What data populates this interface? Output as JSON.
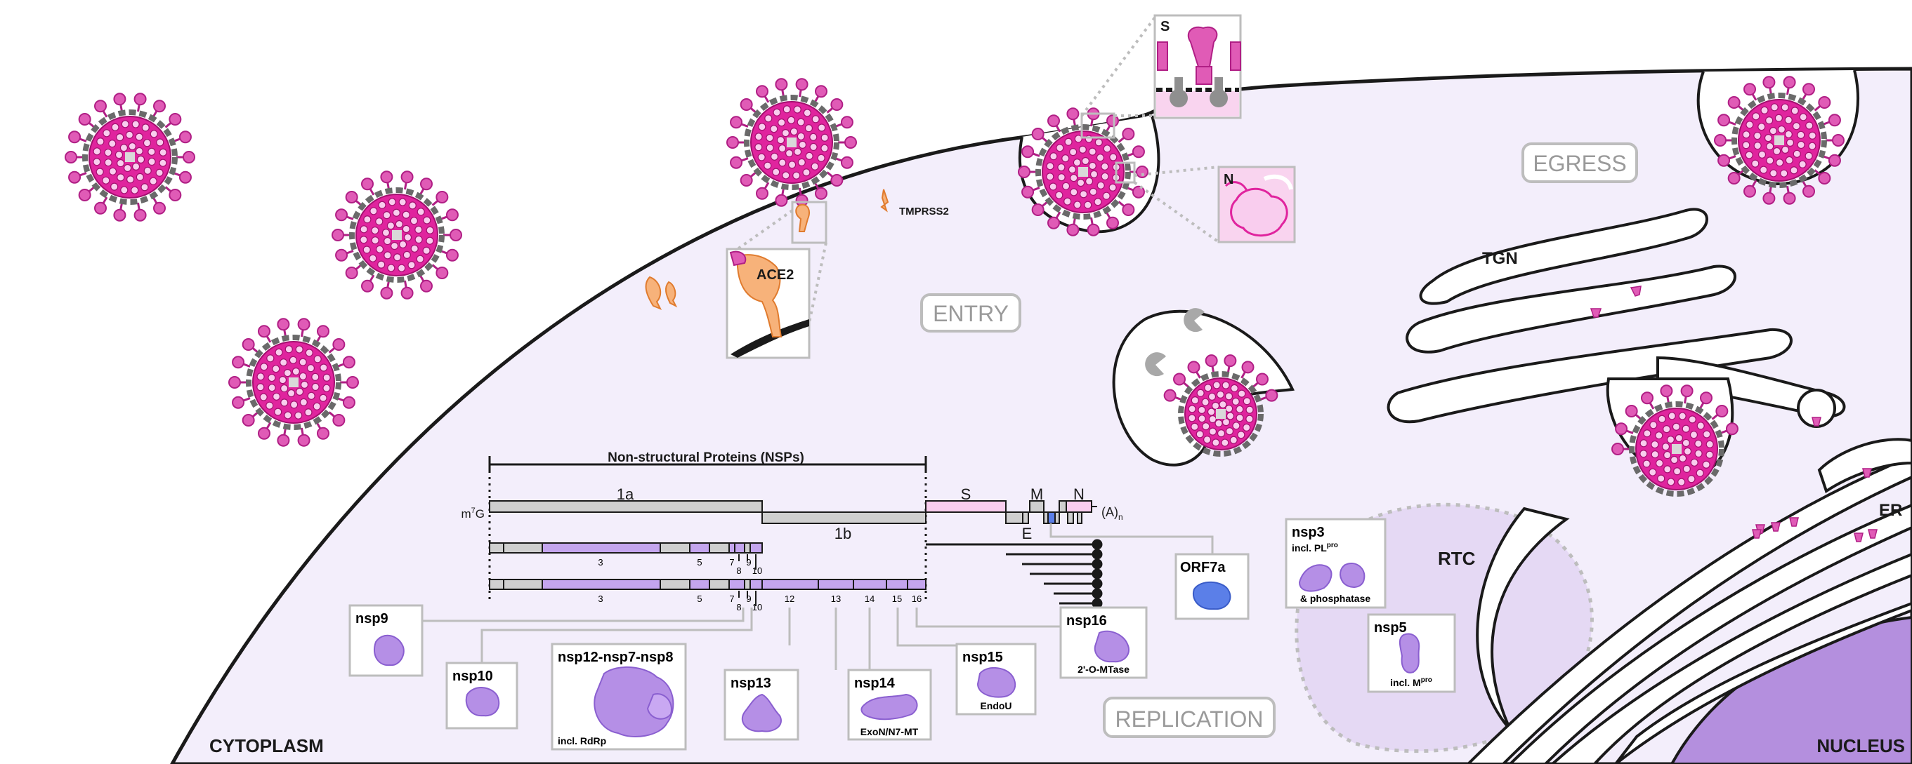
{
  "regions": {
    "cytoplasm": "CYTOPLASM",
    "nucleus": "NUCLEUS",
    "entry": "ENTRY",
    "egress": "EGRESS",
    "replication": "REPLICATION",
    "tgn": "TGN",
    "er": "ER",
    "rtc": "RTC"
  },
  "membrane_labels": {
    "ace2": "ACE2",
    "tmprss2": "TMPRSS2",
    "spike_inset": "S",
    "nucleocapsid_inset": "N"
  },
  "genome": {
    "nsp_bracket": "Non-structural Proteins (NSPs)",
    "cap": "m",
    "cap_sup": "7",
    "cap_end": "G",
    "orf1a": "1a",
    "orf1b": "1b",
    "s": "S",
    "m": "M",
    "n": "N",
    "e": "E",
    "polya": "(A)",
    "polya_sub": "n",
    "pp1a_ticks": [
      "3",
      "5",
      "7",
      "8",
      "9",
      "10"
    ],
    "pp1ab_ticks": [
      "3",
      "5",
      "7",
      "8",
      "9",
      "10",
      "12",
      "13",
      "14",
      "15",
      "16"
    ]
  },
  "proteins": {
    "orf7a": "ORF7a",
    "nsp9": "nsp9",
    "nsp10": "nsp10",
    "nsp12": "nsp12-nsp7-nsp8",
    "nsp12_sub": "incl. RdRp",
    "nsp13": "nsp13",
    "nsp14": "nsp14",
    "nsp14_sub": "ExoN/N7-MT",
    "nsp15": "nsp15",
    "nsp15_sub": "EndoU",
    "nsp16": "nsp16",
    "nsp16_sub": "2'-O-MTase",
    "nsp3": "nsp3",
    "nsp3_sub1": "incl. PL",
    "nsp3_sup": "pro",
    "nsp3_sub2": "& phosphatase",
    "nsp5": "nsp5",
    "nsp5_sub": "incl. M",
    "nsp5_sup": "pro"
  },
  "colors": {
    "cytoplasm": "#f3eefb",
    "rtc": "#e5d9f4",
    "nucleus": "#b48fde",
    "virion_core": "#e0249e",
    "virion_ring": "#6a6a6a",
    "spike": "#e05bb6",
    "ace2": "#f7b27a",
    "protein": "#b58fe6",
    "orf7a": "#5b7fe8",
    "gene_gray": "#cfcfcf",
    "gene_pink": "#f9cdee",
    "gene_purple": "#c4a5ee"
  }
}
